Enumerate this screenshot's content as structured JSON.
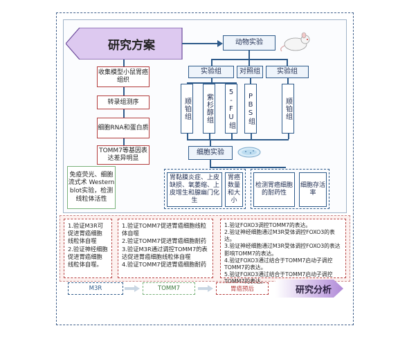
{
  "title": "研究方案",
  "analysis": "研究分析",
  "animal_exp": "动物实验",
  "cell_exp": "细胞实验",
  "groups": {
    "exp1": "实验组",
    "control": "对照组",
    "exp2": "实验组"
  },
  "drugs": [
    "顺铂组",
    "紫杉醇组",
    "5-FU组",
    "PBS组",
    "顺铂组"
  ],
  "left_steps": [
    "收集模型小鼠胃癌组织",
    "转录组测序",
    "细胞RNA和蛋白质",
    "TOMM7等基因表达差异明显"
  ],
  "green_box": "免疫荧光、细胞流式术 Western blot实验，检测线粒体活性",
  "cell_boxes": {
    "emt": "胃黏膜炎症、上皮缺损、氧萎缩、上皮增生和腺幽门化生",
    "count": "胃癌数量和大小",
    "drug_sens": "检测胃癌细胞的耐药性",
    "survival": "细胞存活率"
  },
  "red_cards": {
    "c1": [
      "1.验证M3R可促进胃癌细胞线粒体自噬",
      "2.验证神经细胞促进胃癌细胞线粒体自噬。"
    ],
    "c2": [
      "1.验证TOMM7促进胃癌细胞线粒体自噬",
      "2.验证TOMM7促进胃癌细胞耐药",
      "3.验证M3R通过调控TOMM7的表达促进胃癌细胞线粒体自噬",
      "4.验证TOMM7促进胃癌细胞耐药"
    ],
    "c3": [
      "1.验证FOXO3调控TOMM7的表达。",
      "2.验证神经细胞通过M3R受体调控FOXO3的表达。",
      "3.验证神经细胞通过M3R受体调控FOXO3的表达影响TOMM7的表达。",
      "4.验证FOXO3通过结合于TOMM7启动子调控TOMM7的表达。",
      "5.验证FOXO3通过结合于TOMM7启动子调控TOMM7的表达。"
    ]
  },
  "bottom_tags": [
    "M3R",
    "TOMM7",
    "胃癌预后"
  ]
}
